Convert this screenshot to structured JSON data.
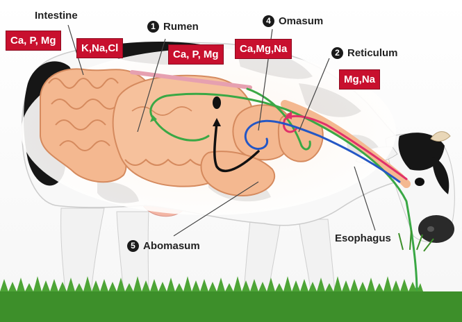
{
  "labels": {
    "intestine": "Intestine",
    "rumen": {
      "num": "1",
      "text": "Rumen"
    },
    "reticulum": {
      "num": "2",
      "text": "Reticulum"
    },
    "omasum": {
      "num": "4",
      "text": "Omasum"
    },
    "abomasum": {
      "num": "5",
      "text": "Abomasum"
    },
    "esophagus": "Esophagus"
  },
  "mineral_tags": {
    "intestine_a": "Ca, P, Mg",
    "intestine_b": "K,Na,Cl",
    "rumen": "Ca, P, Mg",
    "omasum": "Ca,Mg,Na",
    "reticulum": "Mg,Na"
  },
  "colors": {
    "tag_red": "#c8102e",
    "organ_peach": "#f4b890",
    "flow_green": "#3aa845",
    "flow_blue": "#2457c5",
    "flow_pink": "#e0306a",
    "grass": "#3d8f2a",
    "cow_black": "#161616"
  }
}
